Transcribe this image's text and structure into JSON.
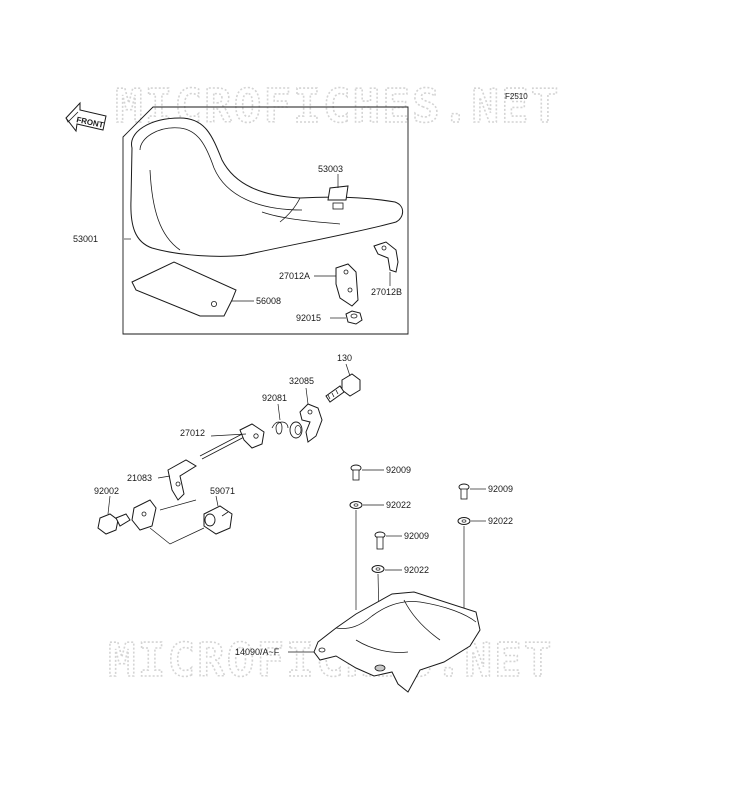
{
  "figure_code": "F2510",
  "watermark_text": "MICROFICHES.NET",
  "front_label": "FRONT",
  "parts": {
    "p53001": "53001",
    "p53003": "53003",
    "p56008": "56008",
    "p27012A": "27012A",
    "p27012B": "27012B",
    "p92015": "92015",
    "p130": "130",
    "p32085": "32085",
    "p92081": "92081",
    "p27012": "27012",
    "p21083": "21083",
    "p92002": "92002",
    "p59071": "59071",
    "p92009_a": "92009",
    "p92022_a": "92022",
    "p92009_b": "92009",
    "p92022_b": "92022",
    "p92009_c": "92009",
    "p92022_c": "92022",
    "p14090": "14090/A~F"
  }
}
